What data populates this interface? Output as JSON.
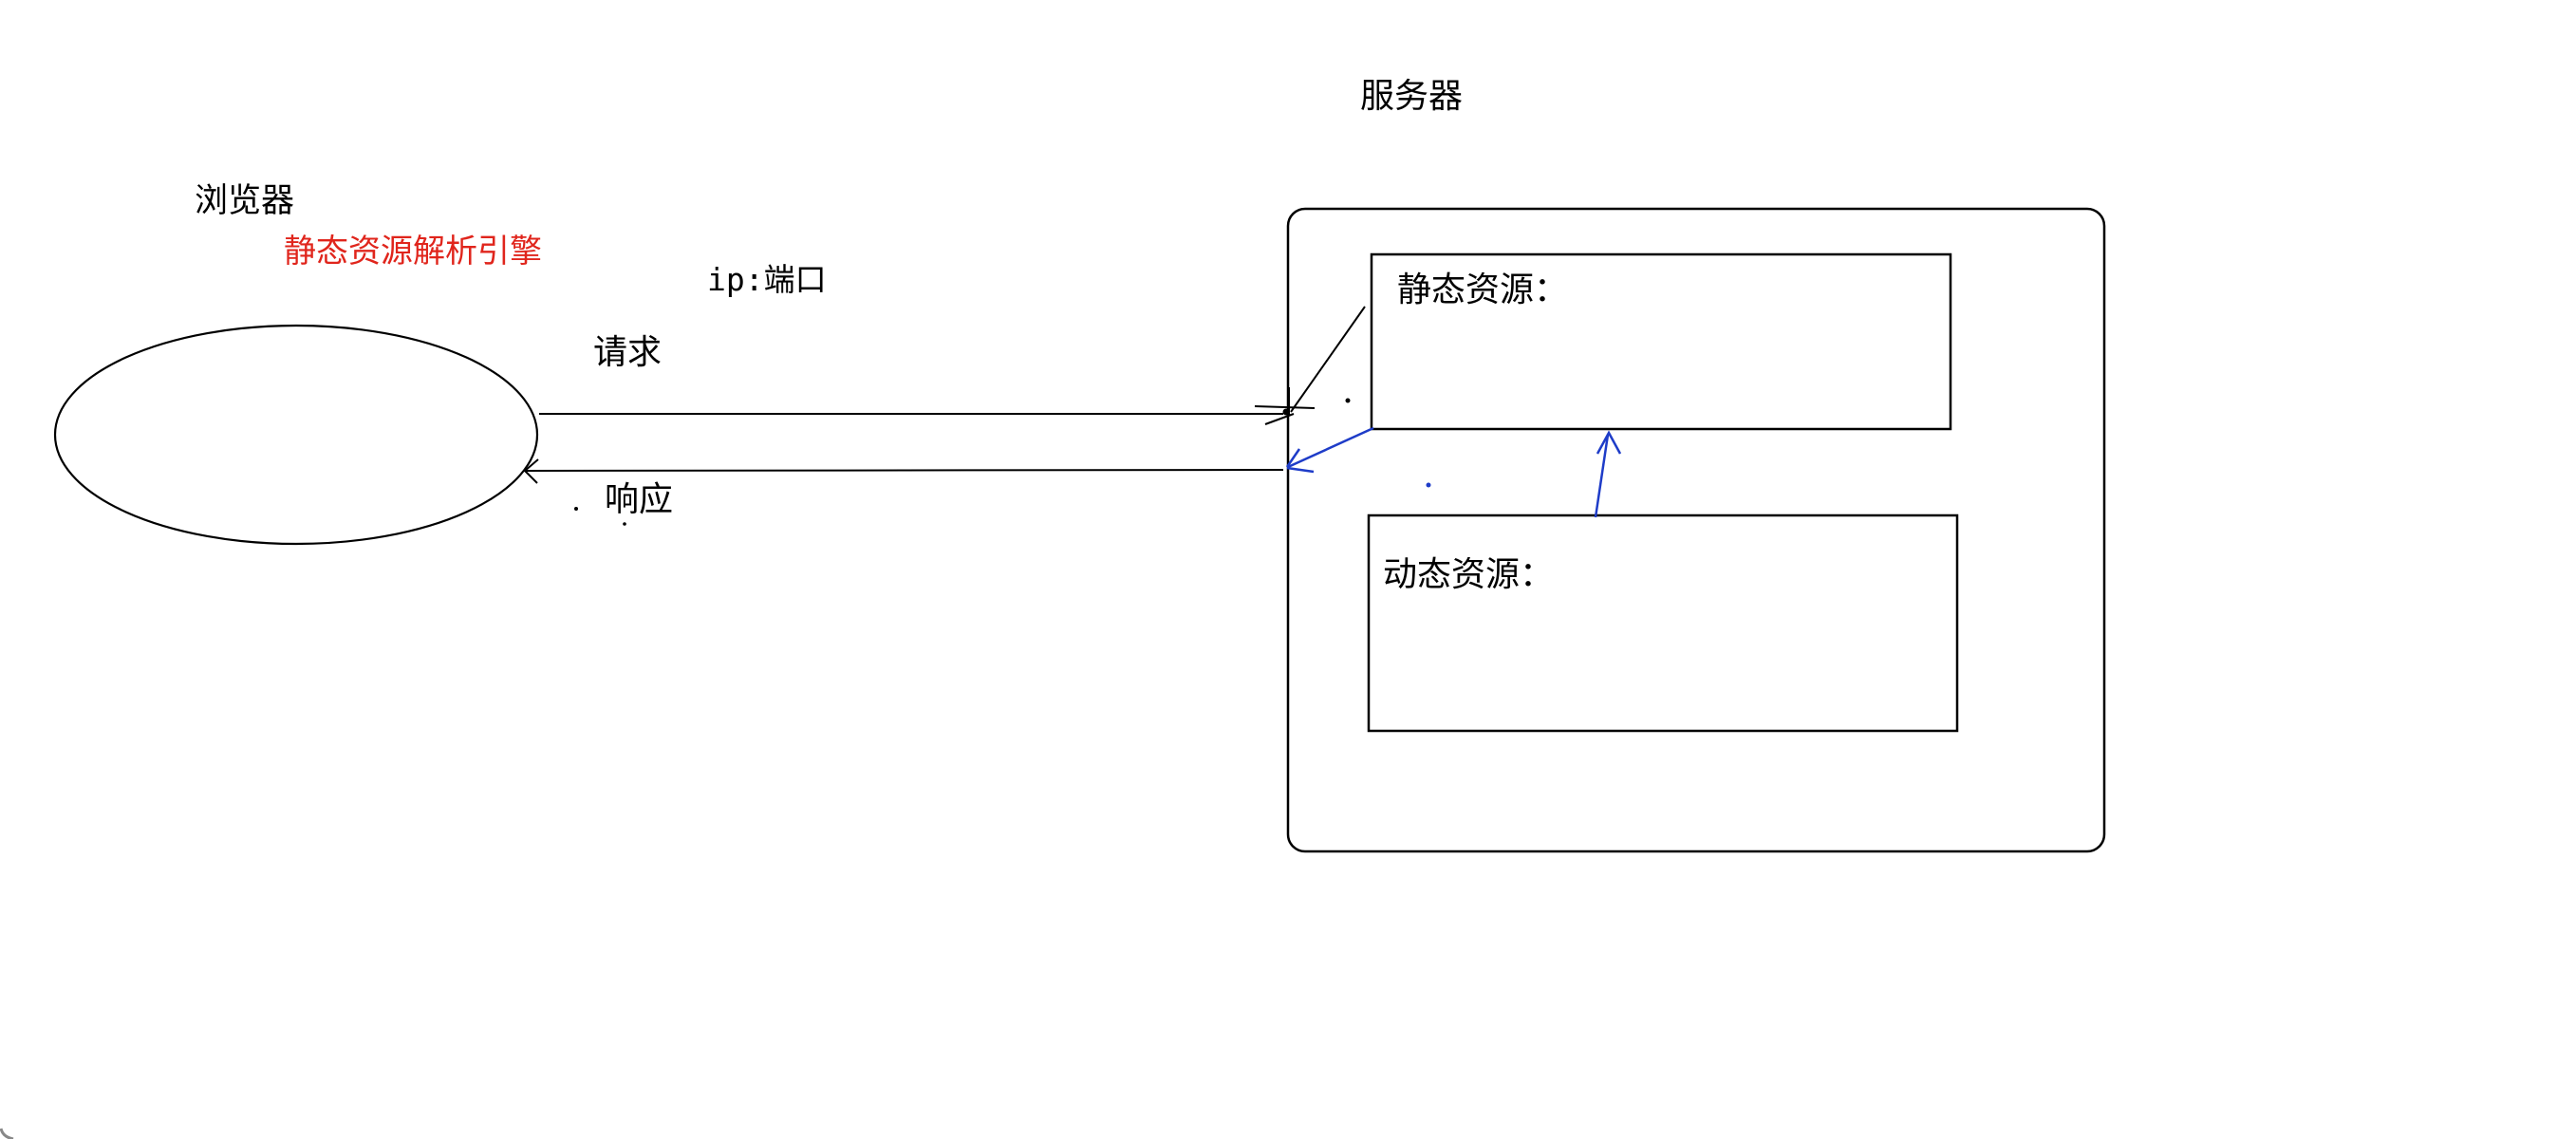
{
  "diagram": {
    "server_title": "服务器",
    "browser_label": "浏览器",
    "engine_note": "静态资源解析引擎",
    "endpoint_label": "ip:端口",
    "request_label": "请求",
    "response_label": "响应",
    "static_box_label": "静态资源：",
    "dynamic_box_label": "动态资源："
  },
  "colors": {
    "background": "#ffffff",
    "line": "#000000",
    "red_annotation": "#e0251c",
    "blue_arrow": "#1e3cc8",
    "corner_artifact": "#888888"
  }
}
